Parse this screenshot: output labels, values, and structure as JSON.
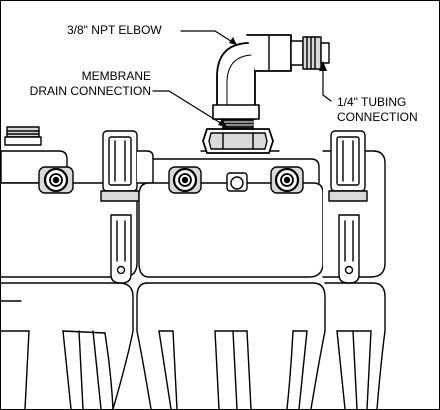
{
  "callouts": {
    "elbow": "3/8\" NPT ELBOW",
    "drain_line1": "MEMBRANE",
    "drain_line2": "DRAIN CONNECTION",
    "tubing_line1": "1/4\" TUBING",
    "tubing_line2": "CONNECTION"
  },
  "colors": {
    "line": "#000000",
    "shade": "#d9d9d9",
    "dark": "#1a1a1a"
  }
}
